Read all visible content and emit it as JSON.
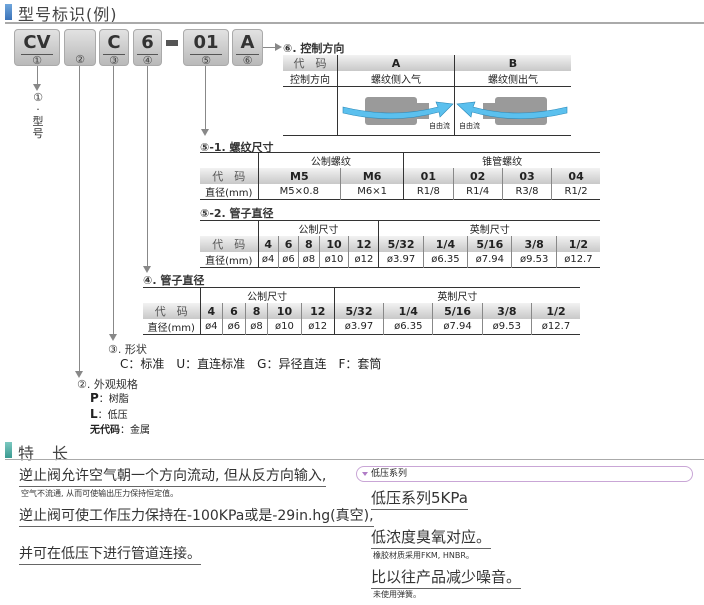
{
  "header": {
    "title": "型号标识(例)"
  },
  "model_boxes": [
    {
      "code": "CV",
      "num": "①"
    },
    {
      "code": "",
      "num": "②"
    },
    {
      "code": "C",
      "num": "③"
    },
    {
      "code": "6",
      "num": "④"
    },
    {
      "code": "01",
      "num": "⑤"
    },
    {
      "code": "A",
      "num": "⑥"
    }
  ],
  "dash": "-",
  "item1": {
    "num": "①",
    "dot": "·",
    "text1": "型",
    "text2": "号"
  },
  "control": {
    "title": "⑥. 控制方向",
    "code_label": "代　码",
    "dir_label": "控制方向",
    "A": "A",
    "B": "B",
    "A_desc": "螺纹侧入气",
    "B_desc": "螺纹侧出气",
    "free_flow": "自由流",
    "colors": {
      "arrow": "#5bc0ee",
      "body": "#9a9a9a"
    }
  },
  "thread": {
    "title": "⑤-1. 螺纹尺寸",
    "groups": [
      "公制螺纹",
      "锥管螺纹"
    ],
    "code_label": "代　码",
    "dia_label": "直径(mm)",
    "codes": [
      "M5",
      "M6",
      "01",
      "02",
      "03",
      "04"
    ],
    "values": [
      "M5×0.8",
      "M6×1",
      "R1/8",
      "R1/4",
      "R3/8",
      "R1/2"
    ]
  },
  "tube52": {
    "title": "⑤-2. 管子直径",
    "groups": [
      "公制尺寸",
      "英制尺寸"
    ],
    "code_label": "代　码",
    "dia_label": "直径(mm)",
    "codes": [
      "4",
      "6",
      "8",
      "10",
      "12",
      "5/32",
      "1/4",
      "5/16",
      "3/8",
      "1/2"
    ],
    "values": [
      "ø4",
      "ø6",
      "ø8",
      "ø10",
      "ø12",
      "ø3.97",
      "ø6.35",
      "ø7.94",
      "ø9.53",
      "ø12.7"
    ]
  },
  "tube4": {
    "title": "④. 管子直径",
    "groups": [
      "公制尺寸",
      "英制尺寸"
    ],
    "code_label": "代　码",
    "dia_label": "直径(mm)",
    "codes": [
      "4",
      "6",
      "8",
      "10",
      "12",
      "5/32",
      "1/4",
      "5/16",
      "3/8",
      "1/2"
    ],
    "values": [
      "ø4",
      "ø6",
      "ø8",
      "ø10",
      "ø12",
      "ø3.97",
      "ø6.35",
      "ø7.94",
      "ø9.53",
      "ø12.7"
    ]
  },
  "shape": {
    "title": "③. 形状",
    "options": "C：标准　U：直连标准　G：异径直连　F：套筒"
  },
  "appearance": {
    "title": "②. 外观规格",
    "options": [
      {
        "k": "P",
        "v": "：树脂"
      },
      {
        "k": "L",
        "v": "：低压"
      },
      {
        "k": "无代码",
        "v": "：金属"
      }
    ]
  },
  "features": {
    "title": "特　长",
    "left": [
      {
        "text": "逆止阀允许空气朝一个方向流动, 但从反方向输入,",
        "note": "空气不流通, 从而可使输出压力保持恒定值。"
      },
      {
        "text": "逆止阀可使工作压力保持在-100KPa或是-29in.hg(真空),",
        "note": ""
      },
      {
        "text": "并可在低压下进行管道连接。",
        "note": ""
      }
    ],
    "series_tag": "低压系列",
    "right": [
      {
        "text": "低压系列5KPa",
        "note": ""
      },
      {
        "text": "低浓度臭氧对应。",
        "note": "橡胶材质采用FKM, HNBR。"
      },
      {
        "text": "比以往产品减少噪音。",
        "note": "未使用弹簧。"
      }
    ]
  }
}
